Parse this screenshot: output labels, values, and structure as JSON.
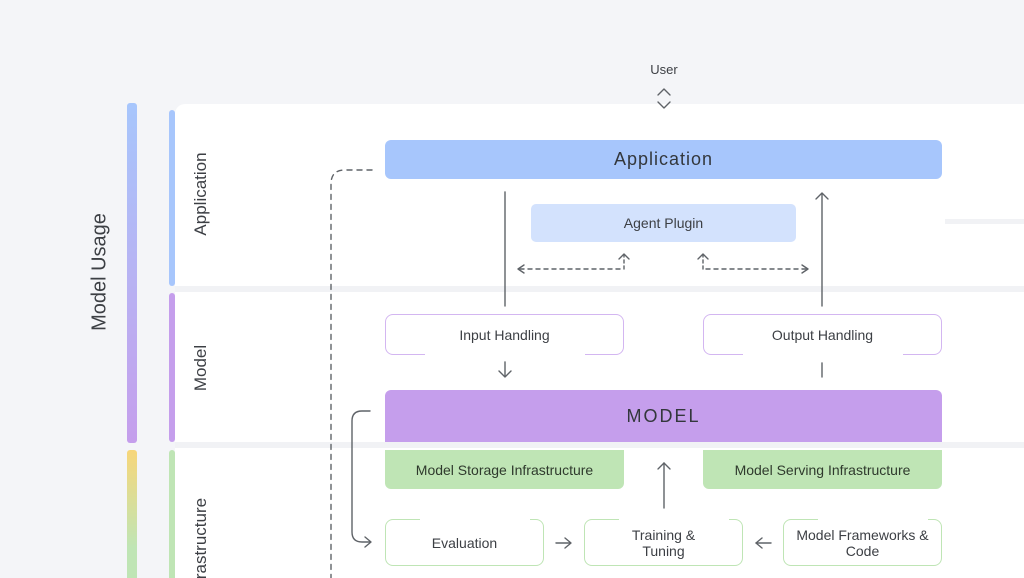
{
  "user_label": "User",
  "sidebar": {
    "outer_label": "Model Usage",
    "layers": [
      {
        "label": "Application"
      },
      {
        "label": "Model"
      },
      {
        "label": "Infrastructure"
      }
    ]
  },
  "boxes": {
    "application": "Application",
    "agent_plugin": "Agent Plugin",
    "input_handling": "Input Handling",
    "output_handling": "Output Handling",
    "model": "MODEL",
    "model_storage": "Model Storage Infrastructure",
    "model_serving": "Model Serving Infrastructure",
    "evaluation": "Evaluation",
    "training_tuning": "Training & Tuning",
    "model_frameworks": "Model Frameworks & Code"
  },
  "colors": {
    "application_blue": "#a7c6fc",
    "agent_plugin_blue": "#d3e2fd",
    "model_purple": "#c59eec",
    "infrastructure_green": "#bfe5b5",
    "infrastructure_yellow": "#f7d67a"
  }
}
